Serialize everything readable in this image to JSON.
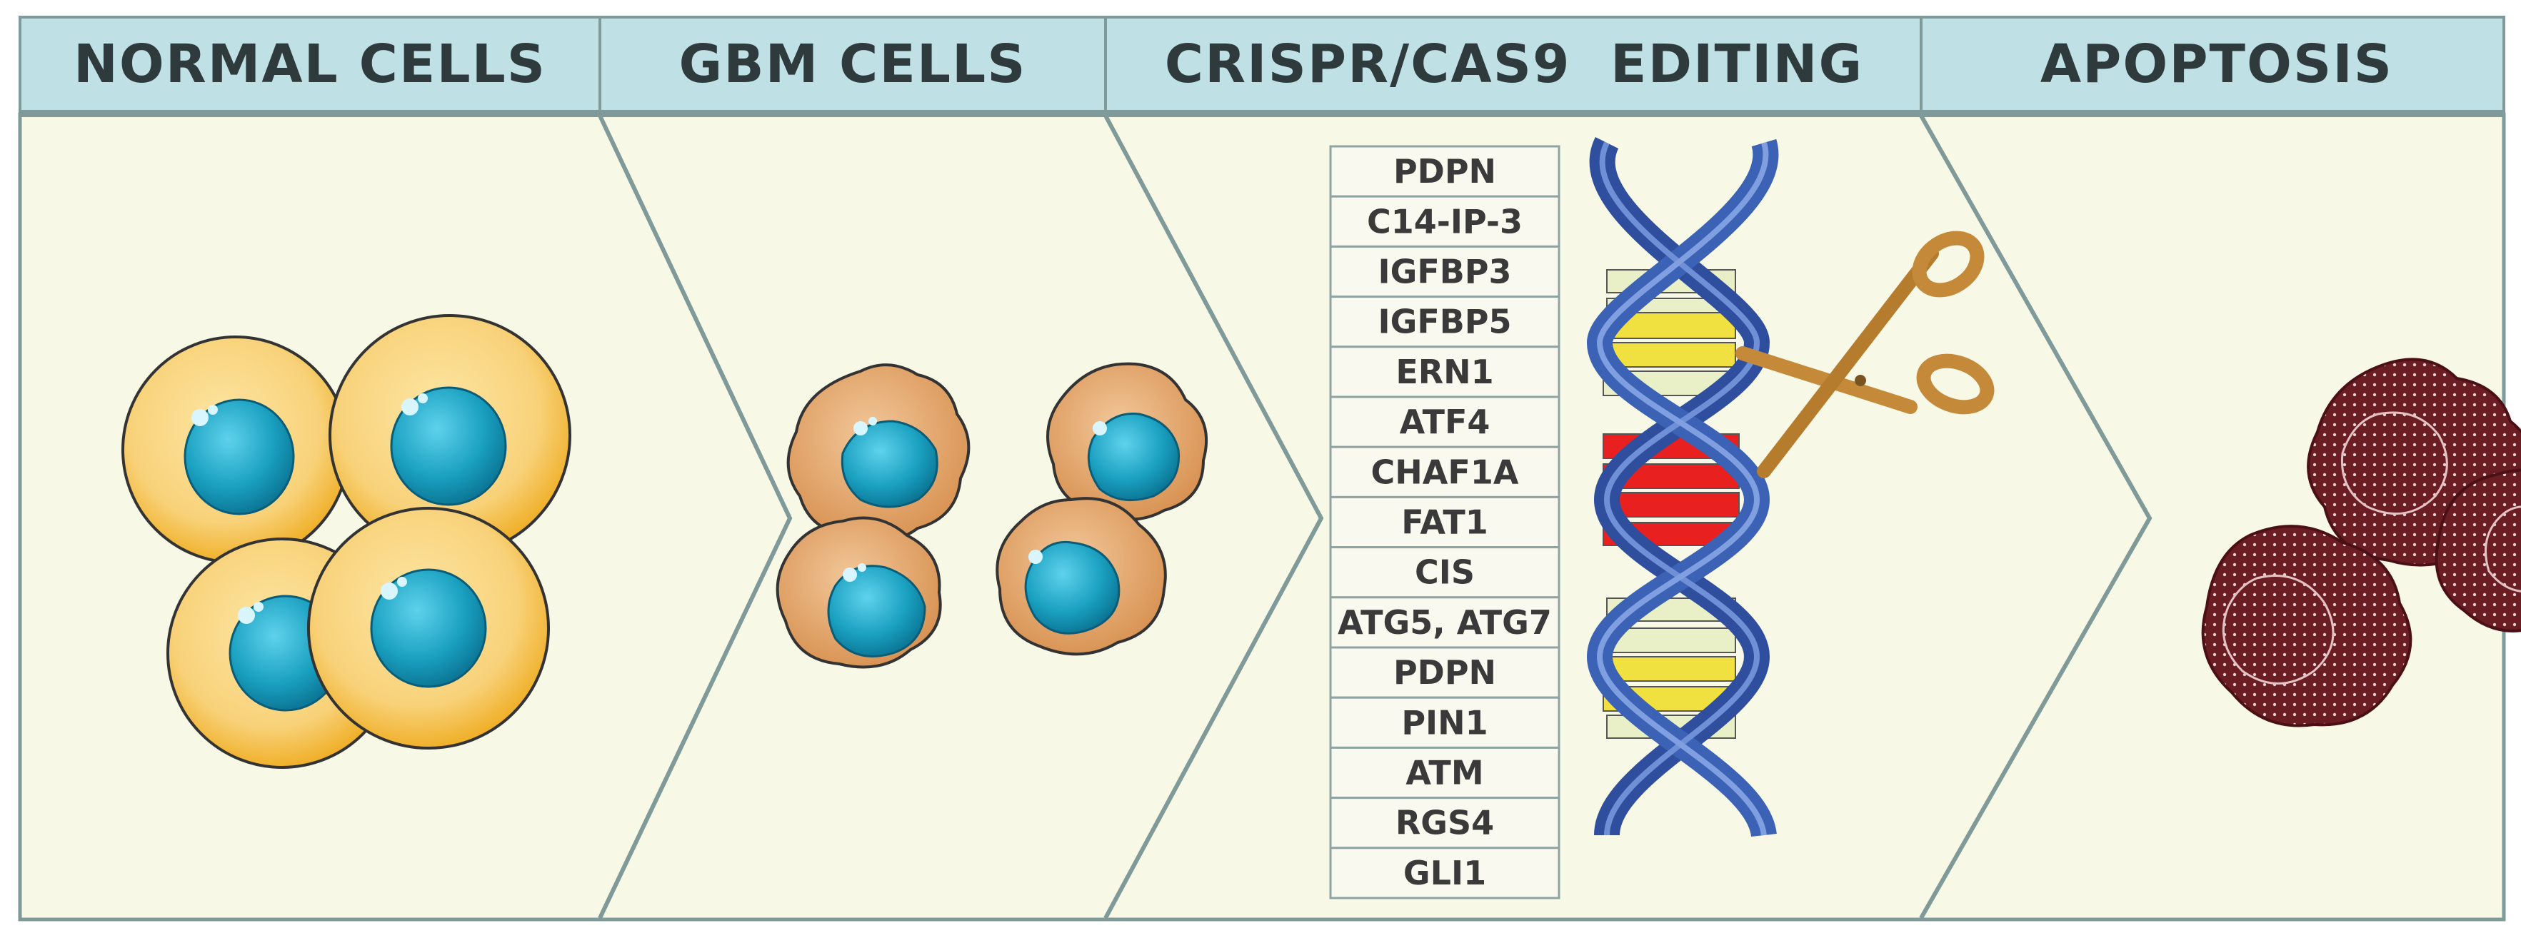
{
  "headers": {
    "normal": "NORMAL CELLS",
    "gbm": "GBM CELLS",
    "crispr": "CRISPR/CAS9  EDITING",
    "apoptosis": "APOPTOSIS"
  },
  "genes": [
    "PDPN",
    "C14-IP-3",
    "IGFBP3",
    "IGFBP5",
    "ERN1",
    "ATF4",
    "CHAF1A",
    "FAT1",
    "CIS",
    "ATG5, ATG7",
    "PDPN",
    "PIN1",
    "ATM",
    "RGS4",
    "GLI1"
  ],
  "colors": {
    "header_bg": "#bfe1e6",
    "panel_bg": "#f7f8e5",
    "divider": "#7f9a99",
    "normal_cell": "#f3b52b",
    "nucleus": "#1aa0c0",
    "gbm_cell": "#e0a060",
    "apoptotic_cell": "#6b1d24",
    "dna_strand": "#2f4f9e",
    "dna_rung_highlight": "#e82020",
    "scissors": "#c48a3a"
  },
  "icons": [
    "scissors-icon",
    "dna-helix-icon"
  ]
}
